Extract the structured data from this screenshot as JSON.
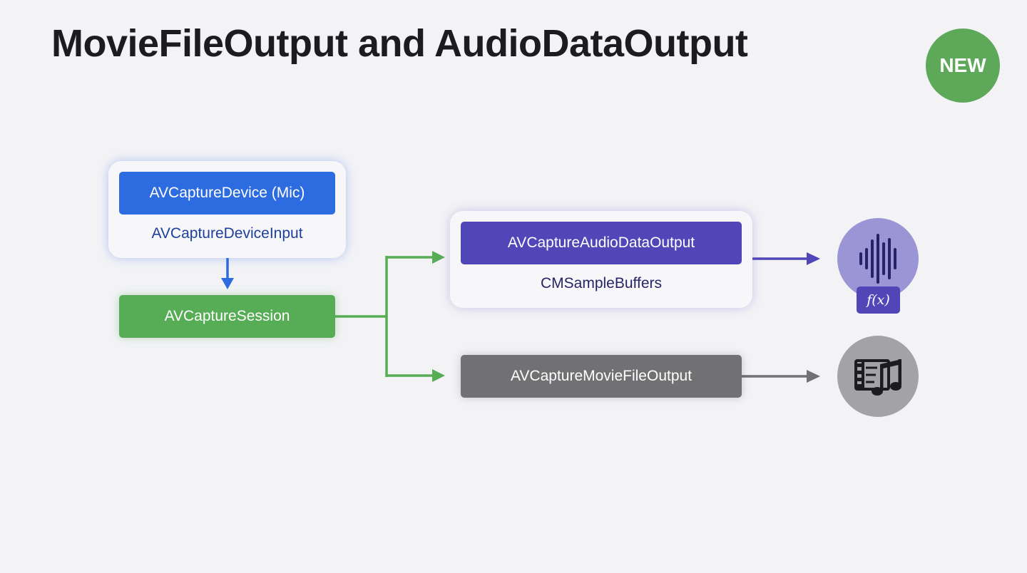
{
  "slide": {
    "title": "MovieFileOutput and AudioDataOutput",
    "badge": "NEW"
  },
  "diagram": {
    "device_input": {
      "device_label": "AVCaptureDevice (Mic)",
      "input_label": "AVCaptureDeviceInput"
    },
    "session": {
      "label": "AVCaptureSession"
    },
    "audio_output": {
      "label": "AVCaptureAudioDataOutput",
      "sub_label": "CMSampleBuffers"
    },
    "movie_output": {
      "label": "AVCaptureMovieFileOutput"
    },
    "audio_processing": {
      "icon": "waveform-icon",
      "tag": "f(x)"
    },
    "media_file": {
      "icon": "film-music-icon"
    }
  },
  "colors": {
    "background": "#f3f3f6",
    "device_blue": "#2d6be0",
    "session_green": "#57ad55",
    "audio_purple": "#5046b8",
    "movie_gray": "#717174",
    "badge_green": "#5ea85a"
  }
}
